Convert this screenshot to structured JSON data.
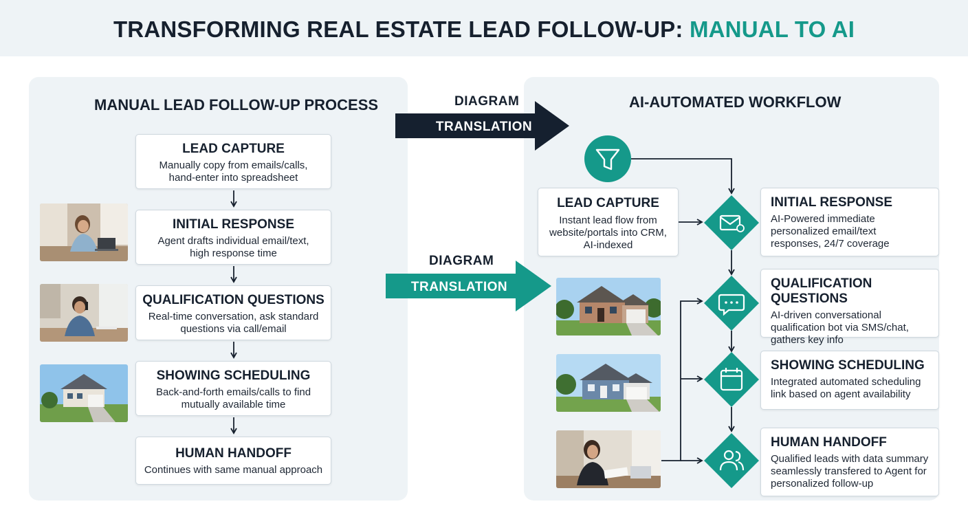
{
  "title": {
    "main": "TRANSFORMING REAL ESTATE LEAD FOLLOW-UP: ",
    "accent": "MANUAL TO AI"
  },
  "colors": {
    "accent": "#15998a",
    "dark": "#16202e",
    "panel": "#eef3f6"
  },
  "left": {
    "title": "MANUAL LEAD FOLLOW-UP PROCESS",
    "steps": [
      {
        "title": "LEAD CAPTURE",
        "desc1": "Manually copy from emails/calls,",
        "desc2": "hand-enter into spreadsheet"
      },
      {
        "title": "INITIAL RESPONSE",
        "desc1": "Agent drafts individual email/text,",
        "desc2": "high response time"
      },
      {
        "title": "QUALIFICATION QUESTIONS",
        "desc1": "Real-time conversation, ask standard",
        "desc2": "questions via call/email"
      },
      {
        "title": "SHOWING SCHEDULING",
        "desc1": "Back-and-forth emails/calls to find",
        "desc2": "mutually available time"
      },
      {
        "title": "HUMAN HANDOFF",
        "desc1": "Continues with same manual approach",
        "desc2": ""
      }
    ]
  },
  "arrows": {
    "top": {
      "label": "DIAGRAM",
      "text": "TRANSLATION"
    },
    "bottom": {
      "label": "DIAGRAM",
      "text": "TRANSLATION"
    }
  },
  "right": {
    "title": "AI-AUTOMATED WORKFLOW",
    "capture": {
      "title": "LEAD CAPTURE",
      "desc1": "Instant lead flow from",
      "desc2": "website/portals into CRM,",
      "desc3": "AI-indexed"
    },
    "steps": [
      {
        "title": "INITIAL RESPONSE",
        "desc1": "AI-Powered immediate",
        "desc2": "personalized email/text",
        "desc3": "responses, 24/7 coverage",
        "icon": "email-icon"
      },
      {
        "title": "QUALIFICATION QUESTIONS",
        "desc1": "AI-driven conversational",
        "desc2": "qualification bot via SMS/chat,",
        "desc3": "gathers key info",
        "icon": "chat-icon"
      },
      {
        "title": "SHOWING SCHEDULING",
        "desc1": "Integrated automated scheduling",
        "desc2": "link based on agent availability",
        "desc3": "",
        "icon": "calendar-icon"
      },
      {
        "title": "HUMAN HANDOFF",
        "desc1": "Qualified leads with data summary",
        "desc2": "seamlessly transfered to Agent for",
        "desc3": "personalized follow-up",
        "icon": "people-icon"
      }
    ]
  }
}
